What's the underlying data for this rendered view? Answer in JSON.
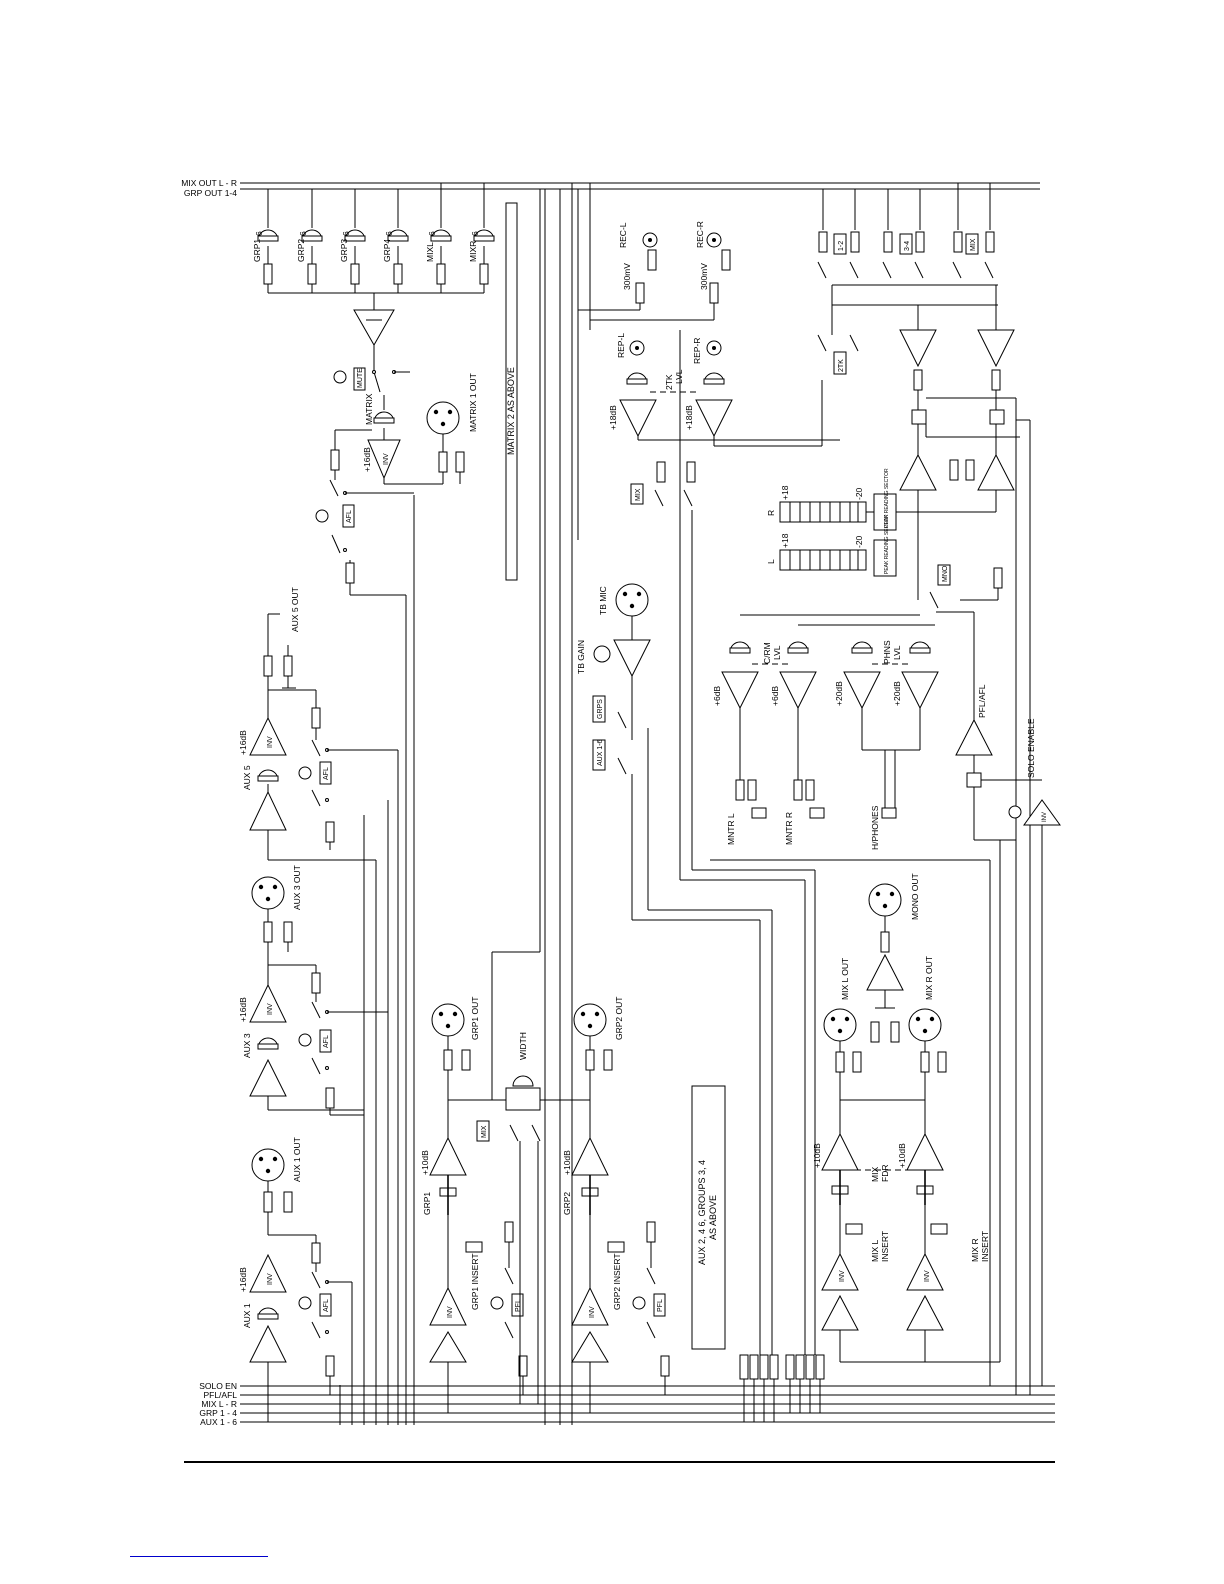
{
  "buses_top": [
    "MIX OUT L - R",
    "GRP OUT 1-4"
  ],
  "buses_bottom": [
    "SOLO EN",
    "PFL/AFL",
    "MIX L - R",
    "GRP 1 - 4",
    "AUX 1 - 6"
  ],
  "matrix": {
    "inputs": [
      "GRP1",
      "GRP2",
      "GRP3",
      "GRP4",
      "MIXL",
      "MIXR"
    ],
    "pot_mark": "6",
    "mute": "MUTE",
    "level": "MATRIX",
    "gain": "+16dB",
    "inv": "INV",
    "out": "MATRIX 1 OUT",
    "afl": "AFL"
  },
  "notes": {
    "matrix2": "MATRIX 2 AS ABOVE",
    "aux_groups": "AUX 2, 4 6, GROUPS 3, 4 AS ABOVE",
    "solo_enable": "SOLO ENABLE"
  },
  "aux": [
    {
      "name": "AUX 1",
      "gain": "+16dB",
      "inv": "INV",
      "afl": "AFL",
      "out": "AUX 1 OUT"
    },
    {
      "name": "AUX 3",
      "gain": "+16dB",
      "inv": "INV",
      "afl": "AFL",
      "out": "AUX 3 OUT"
    },
    {
      "name": "AUX 5",
      "gain": "+16dB",
      "inv": "INV",
      "afl": "AFL",
      "out": "AUX 5 OUT"
    }
  ],
  "groups": [
    {
      "name": "GRP1",
      "gain": "+10dB",
      "inv": "INV",
      "pfl": "PFL",
      "insert": "GRP1 INSERT",
      "out": "GRP1 OUT"
    },
    {
      "name": "GRP2",
      "gain": "+10dB",
      "inv": "INV",
      "pfl": "PFL",
      "insert": "GRP2 INSERT",
      "out": "GRP2 OUT"
    }
  ],
  "width": {
    "label": "WIDTH",
    "mix": "MIX"
  },
  "talkback": {
    "mic": "TB MIC",
    "gain": "TB GAIN",
    "grps": "GRPS",
    "aux": "AUX 1-6"
  },
  "twotrack": {
    "rec_l": "REC-L",
    "rec_r": "REC-R",
    "rec_level": "300mV",
    "rep_l": "REP-L",
    "rep_r": "REP-R",
    "lvl": "2TK LVL",
    "gain": "+18dB",
    "mix": "MIX"
  },
  "monitor": {
    "src_12": "1-2",
    "src_34": "3-4",
    "src_mix": "MIX",
    "src_2tk": "2TK",
    "meter_l": "L",
    "meter_r": "R",
    "meter_top": "+18",
    "meter_bottom": "-20",
    "peak": "PEAK READING SECTOR",
    "mono": "MNO",
    "crm_lvl": "C/RM LVL",
    "phns_lvl": "PHNS LVL",
    "crm_gain": "+6dB",
    "phns_gain": "+20dB",
    "mntr_l": "MNTR L",
    "mntr_r": "MNTR R",
    "headphones": "H/PHONES",
    "pfl_afl": "PFL/AFL"
  },
  "mix_out": {
    "l_out": "MIX L OUT",
    "r_out": "MIX R OUT",
    "mono": "MONO OUT",
    "fdr": "MIX FDR",
    "gain": "+10dB",
    "inv": "INV",
    "l_insert": "MIX L INSERT",
    "r_insert": "MIX R INSERT"
  }
}
